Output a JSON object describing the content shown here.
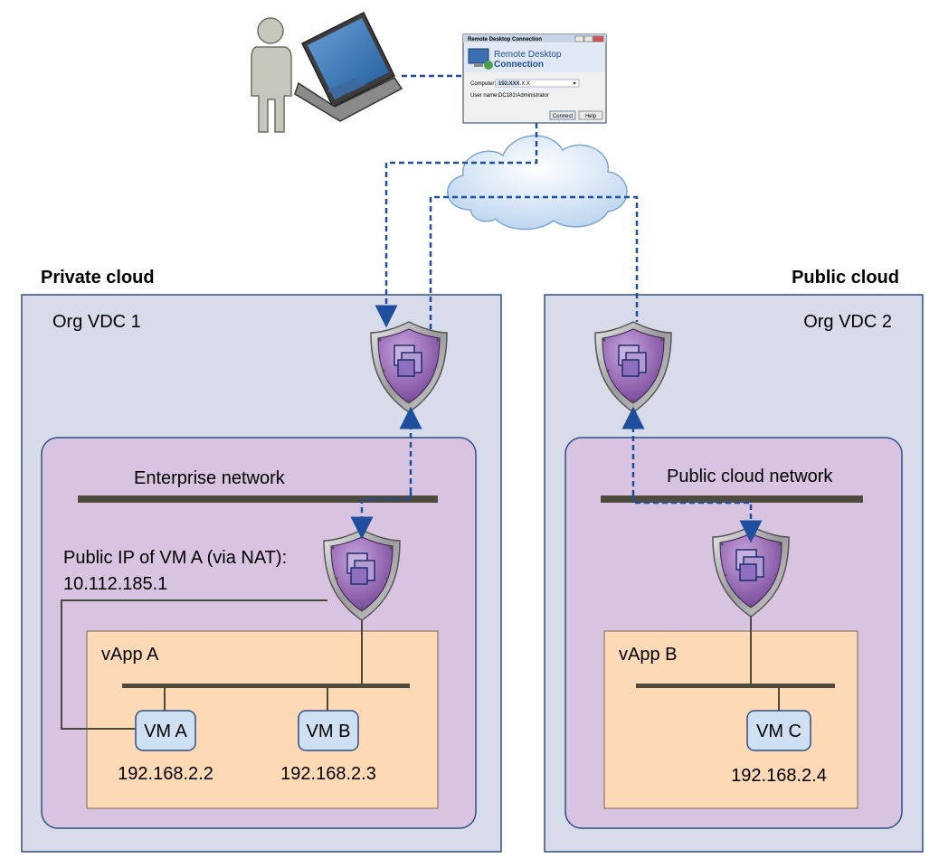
{
  "private_cloud": {
    "label": "Private cloud",
    "org_label": "Org VDC 1",
    "network_label": "Enterprise network",
    "nat_label_line1": "Public IP of VM A (via NAT):",
    "nat_label_line2": "10.112.185.1",
    "vapp_label": "vApp A",
    "vms": [
      {
        "label": "VM A",
        "ip": "192.168.2.2"
      },
      {
        "label": "VM B",
        "ip": "192.168.2.3"
      }
    ]
  },
  "public_cloud": {
    "label": "Public cloud",
    "org_label": "Org VDC 2",
    "network_label": "Public cloud network",
    "vapp_label": "vApp B",
    "vms": [
      {
        "label": "VM C",
        "ip": "192.168.2.4"
      }
    ]
  },
  "rdc_window": {
    "titlebar": "Remote Desktop Connection",
    "heading_line1": "Remote Desktop",
    "heading_line2": "Connection",
    "computer_label": "Computer:",
    "computer_value": "192.XXX.X.X",
    "user_label": "User name:",
    "user_value": "DC181\\Administrator",
    "connect_label": "Connect",
    "help_label": "Help"
  },
  "colors": {
    "org_vdc_fill": "#d8dbe9",
    "network_fill": "#d8c3e0",
    "vapp_fill": "#fdd9b5",
    "vm_fill": "#cfe0f3",
    "arrow": "#1f4e9c",
    "shield_purple": "#8a5aa8"
  }
}
